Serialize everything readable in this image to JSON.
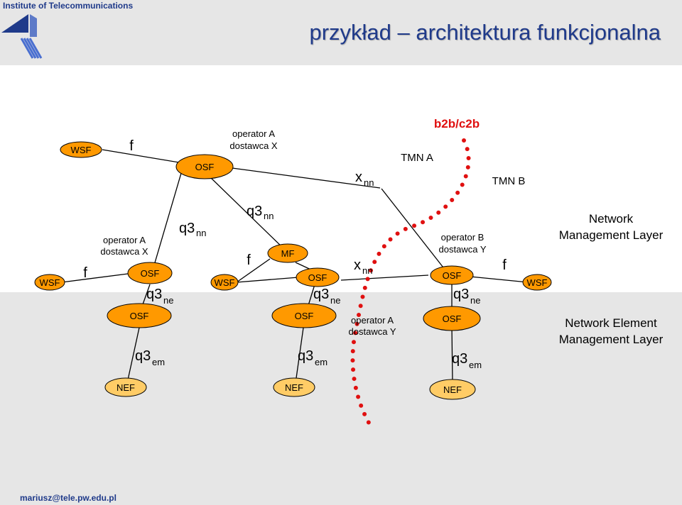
{
  "header": {
    "institute": "Institute of Telecommunications",
    "title": "przykład – architektura funkcjonalna"
  },
  "footer": {
    "email": "mariusz@tele.pw.edu.pl"
  },
  "colors": {
    "node_fill": "#ff9900",
    "nef_fill": "#ffcc66",
    "header_text": "#1f3a8a",
    "accent_red": "#e01010",
    "background_band": "#e6e6e6"
  },
  "nodes": {
    "wsf_top": "WSF",
    "osf_top": "OSF",
    "wsf_left": "WSF",
    "osf_left_nml": "OSF",
    "osf_left_eml": "OSF",
    "nef_left": "NEF",
    "wsf_mid": "WSF",
    "mf_mid": "MF",
    "osf_mid_nml": "OSF",
    "osf_mid_eml": "OSF",
    "nef_mid": "NEF",
    "osf_right_nml": "OSF",
    "osf_right_eml": "OSF",
    "nef_right": "NEF",
    "wsf_right": "WSF"
  },
  "labels": {
    "f_top": "f",
    "op_a_x_top_line1": "operator A",
    "op_a_x_top_line2": "dostawca X",
    "b2b": "b2b/c2b",
    "tmn_a": "TMN A",
    "tmn_b": "TMN B",
    "xnn_top": "x",
    "xnn_top_sub": "nn",
    "q3nn_left": "q3",
    "q3nn_left_sub": "nn",
    "q3nn_mid": "q3",
    "q3nn_mid_sub": "nn",
    "op_a_x_left_line1": "operator A",
    "op_a_x_left_line2": "dostawca X",
    "f_left": "f",
    "q3ne_left": "q3",
    "q3ne_left_sub": "ne",
    "q3em_left": "q3",
    "q3em_left_sub": "em",
    "f_mid": "f",
    "q3ne_mid": "q3",
    "q3ne_mid_sub": "ne",
    "q3em_mid": "q3",
    "q3em_mid_sub": "em",
    "xnn_mid": "x",
    "xnn_mid_sub": "nn",
    "op_a_y_line1": "operator A",
    "op_a_y_line2": "dostawca Y",
    "op_b_y_line1": "operator B",
    "op_b_y_line2": "dostawca Y",
    "q3ne_right": "q3",
    "q3ne_right_sub": "ne",
    "q3em_right": "q3",
    "q3em_right_sub": "em",
    "f_right": "f",
    "nml_line1": "Network",
    "nml_line2": "Management Layer",
    "neml_line1": "Network Element",
    "neml_line2": "Management Layer"
  }
}
